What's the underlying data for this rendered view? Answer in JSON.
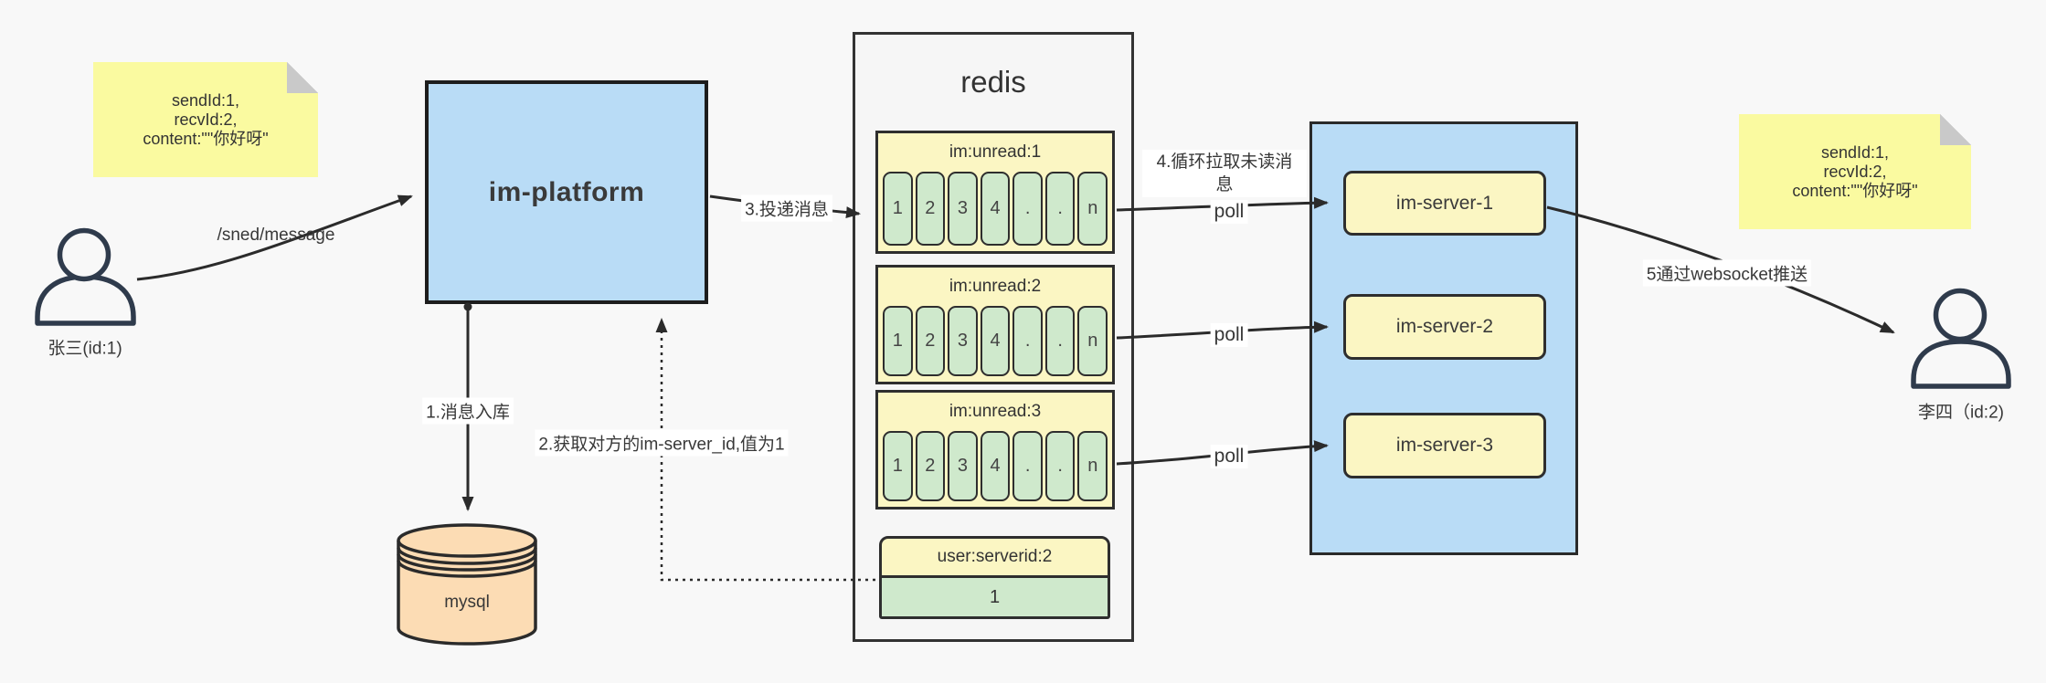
{
  "diagram": {
    "background": "#f8f8f8"
  },
  "colors": {
    "line": "#2b2b2b",
    "text": "#333333",
    "note_yellow": "#fafaa0",
    "note_fold_gray": "#c9c9c9",
    "box_blue": "#b9dcf6",
    "box_yellow": "#fbf6c3",
    "cell_green": "#cfe9cc",
    "db_orange": "#fcdcb4",
    "panel_gray": "#f6f6f6",
    "person_stroke": "#2f3b4c"
  },
  "notes": {
    "left": {
      "lines": [
        "sendId:1,",
        "recvId:2,",
        "content:\"\"你好呀\""
      ]
    },
    "right": {
      "lines": [
        "sendId:1,",
        "recvId:2,",
        "content:\"\"你好呀\""
      ]
    }
  },
  "actors": {
    "sender": {
      "label": "张三(id:1)"
    },
    "receiver": {
      "label": "李四（id:2)"
    }
  },
  "platform": {
    "label": "im-platform"
  },
  "database": {
    "label": "mysql"
  },
  "redis": {
    "title": "redis",
    "queues": [
      {
        "name": "im:unread:1",
        "cells": [
          "1",
          "2",
          "3",
          "4",
          ".",
          ".",
          "n"
        ]
      },
      {
        "name": "im:unread:2",
        "cells": [
          "1",
          "2",
          "3",
          "4",
          ".",
          ".",
          "n"
        ]
      },
      {
        "name": "im:unread:3",
        "cells": [
          "1",
          "2",
          "3",
          "4",
          ".",
          ".",
          "n"
        ]
      }
    ],
    "mapping": {
      "key": "user:serverid:2",
      "value": "1"
    }
  },
  "servers": [
    {
      "label": "im-server-1"
    },
    {
      "label": "im-server-2"
    },
    {
      "label": "im-server-3"
    }
  ],
  "edges": {
    "send": "/sned/message",
    "step1": "1.消息入库",
    "step2": "2.获取对方的im-server_id,值为1",
    "step3": "3.投递消息",
    "step4_line1": "4.循环拉取未读消",
    "step4_line2": "息",
    "poll": "poll",
    "step5": "5通过websocket推送"
  }
}
